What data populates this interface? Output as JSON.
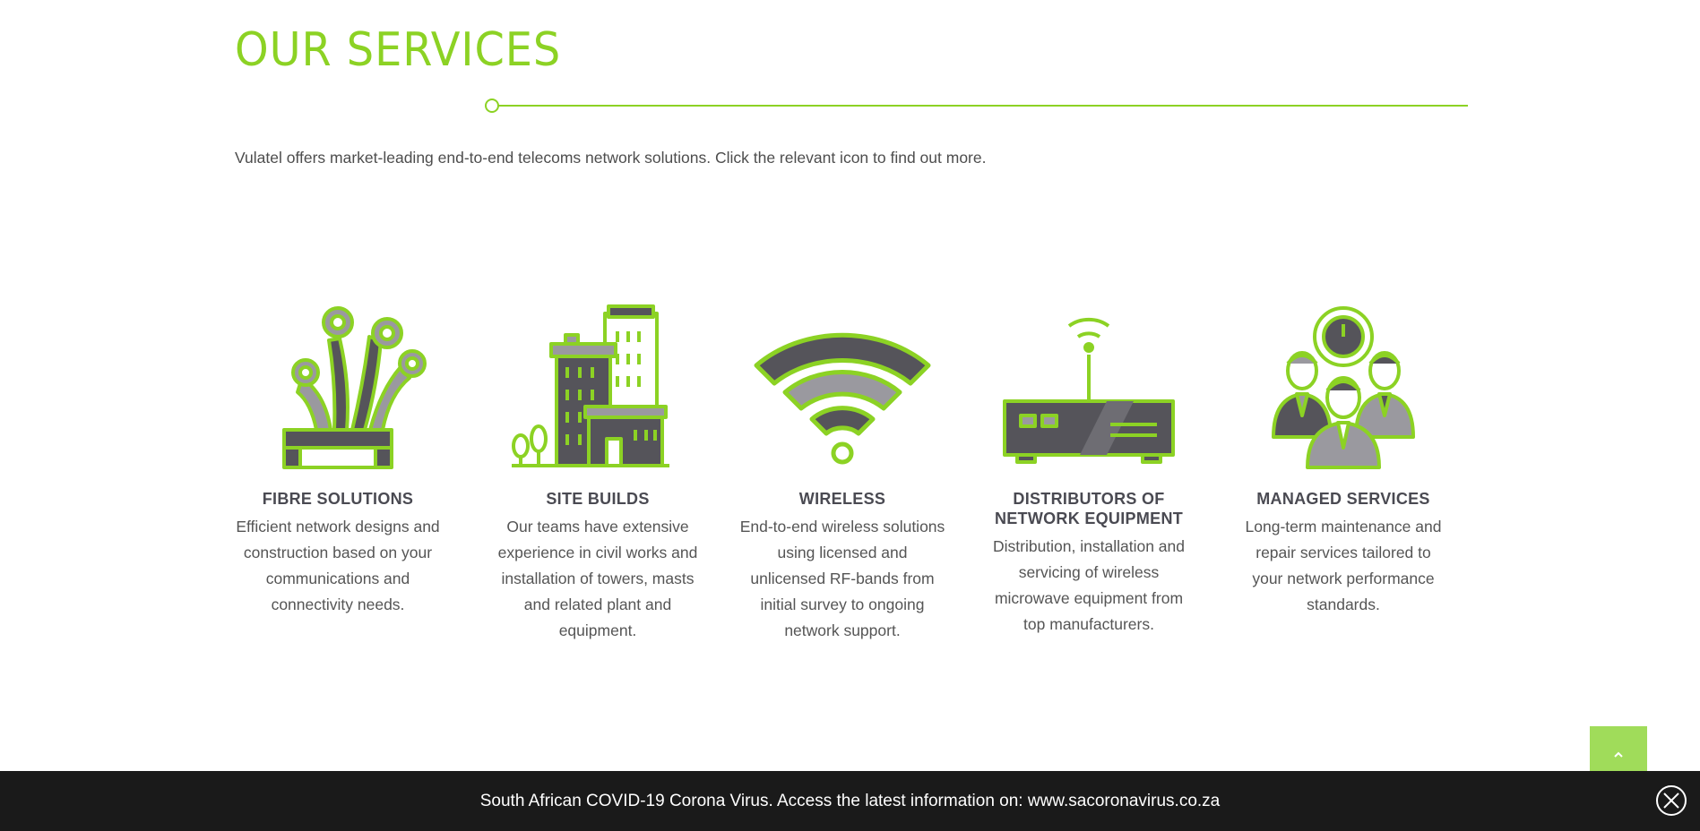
{
  "section": {
    "title": "OUR SERVICES",
    "intro": "Vulatel offers market-leading end-to-end telecoms network solutions. Click the relevant icon to find out more."
  },
  "services": [
    {
      "icon": "fibre-optic-icon",
      "title": "FIBRE SOLUTIONS",
      "description": "Efficient network designs and construction based on your communications and connectivity needs."
    },
    {
      "icon": "buildings-icon",
      "title": "SITE BUILDS",
      "description": "Our teams have extensive experience in civil works and installation of towers, masts and related plant and equipment."
    },
    {
      "icon": "wifi-icon",
      "title": "WIRELESS",
      "description": "End-to-end wireless solutions using licensed and unlicensed RF-bands from initial survey to ongoing network support."
    },
    {
      "icon": "router-icon",
      "title": "DISTRIBUTORS OF NETWORK EQUIPMENT",
      "description": "Distribution, installation and servicing of wireless microwave equipment from top manufacturers."
    },
    {
      "icon": "team-clock-icon",
      "title": "MANAGED SERVICES",
      "description": "Long-term maintenance and repair services tailored to your network performance standards."
    }
  ],
  "scroll_top": {
    "icon": "chevron-up-icon"
  },
  "covid_bar": {
    "text": "South African COVID-19 Corona Virus. Access the latest information on: www.sacoronavirus.co.za",
    "close_icon": "close-icon"
  },
  "colors": {
    "accent": "#8cd224",
    "icon_dark": "#55545a",
    "icon_light": "#9a999f",
    "bar_bg": "#1a1a1a",
    "scroll_bg": "#a0dc5a"
  }
}
